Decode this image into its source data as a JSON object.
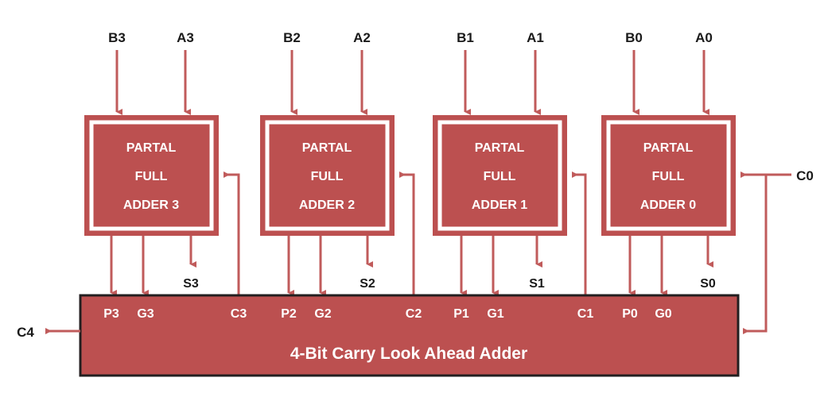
{
  "diagram": {
    "title": "4-Bit Carry Look Ahead Adder",
    "colors": {
      "block_fill": "#bc5050",
      "wire": "#c05b5b",
      "inner_border": "#ffffff",
      "bar_border": "#231f20",
      "label_dark": "#1a1a1a",
      "label_light": "#ffffff",
      "background": "#ffffff"
    },
    "adders": [
      {
        "line1": "PARTAL",
        "line2": "FULL",
        "line3": "ADDER 3",
        "inputs": [
          "B3",
          "A3"
        ],
        "carry_in": "C3",
        "sum_out": "S3",
        "bar_outputs": [
          "P3",
          "G3"
        ]
      },
      {
        "line1": "PARTAL",
        "line2": "FULL",
        "line3": "ADDER 2",
        "inputs": [
          "B2",
          "A2"
        ],
        "carry_in": "C2",
        "sum_out": "S2",
        "bar_outputs": [
          "P2",
          "G2"
        ]
      },
      {
        "line1": "PARTAL",
        "line2": "FULL",
        "line3": "ADDER 1",
        "inputs": [
          "B1",
          "A1"
        ],
        "carry_in": "C1",
        "sum_out": "S1",
        "bar_outputs": [
          "P1",
          "G1"
        ]
      },
      {
        "line1": "PARTAL",
        "line2": "FULL",
        "line3": "ADDER 0",
        "inputs": [
          "B0",
          "A0"
        ],
        "carry_in": "C0",
        "sum_out": "S0",
        "bar_outputs": [
          "P0",
          "G0"
        ]
      }
    ],
    "bar_labels": [
      "P3",
      "G3",
      "C3",
      "P2",
      "G2",
      "C2",
      "P1",
      "G1",
      "C1",
      "P0",
      "G0"
    ],
    "sum_labels": [
      "S3",
      "S2",
      "S1",
      "S0"
    ],
    "external_inputs": [
      "B3",
      "A3",
      "B2",
      "A2",
      "B1",
      "A1",
      "B0",
      "A0"
    ],
    "carry_input": "C0",
    "carry_output": "C4"
  }
}
